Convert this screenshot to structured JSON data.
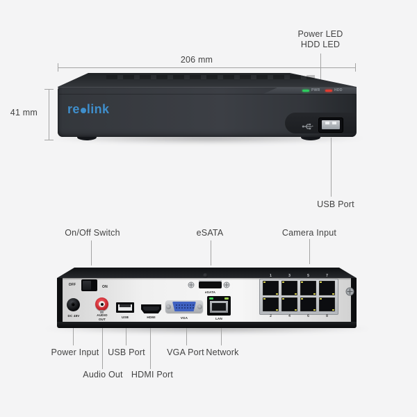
{
  "front": {
    "dim_width": "206 mm",
    "dim_height": "41 mm",
    "led_callout": {
      "line1": "Power LED",
      "line2": "HDD LED"
    },
    "usb_callout": "USB Port",
    "device": {
      "logo_a": "re",
      "logo_b": "link",
      "pwr_led_label": "PWR",
      "hdd_led_label": "HDD"
    }
  },
  "rear": {
    "top_callouts": [
      "On/Off Switch",
      "eSATA",
      "Camera Input"
    ],
    "bottom_callouts": [
      "Power Input",
      "USB Port",
      "VGA Port",
      "Network",
      "Audio Out",
      "HDMI Port"
    ],
    "panel": {
      "off": "OFF",
      "on": "ON",
      "dc": "DC 48V",
      "audio_line1": "AUDIO",
      "audio_line2": "OUT",
      "usb": "USB",
      "hdmi": "HDMI",
      "vga": "VGA",
      "lan": "LAN",
      "esata": "eSATA"
    },
    "ports_top": [
      "1",
      "3",
      "5",
      "7"
    ],
    "ports_bottom": [
      "2",
      "4",
      "6",
      "8"
    ]
  },
  "colors": {
    "background": "#F4F4F5",
    "label_text": "#424242",
    "callout_line": "#A3A3A3",
    "logo_blue": "#3F8ECB",
    "pwr_led_green": "#2ECC5E",
    "hdd_led_red": "#E23C30",
    "rca_red": "#B81E24",
    "vga_blue": "#3F62C2",
    "lan_led_green": "#43D65A",
    "rj45_pin_yellow": "#D2CB4D"
  }
}
